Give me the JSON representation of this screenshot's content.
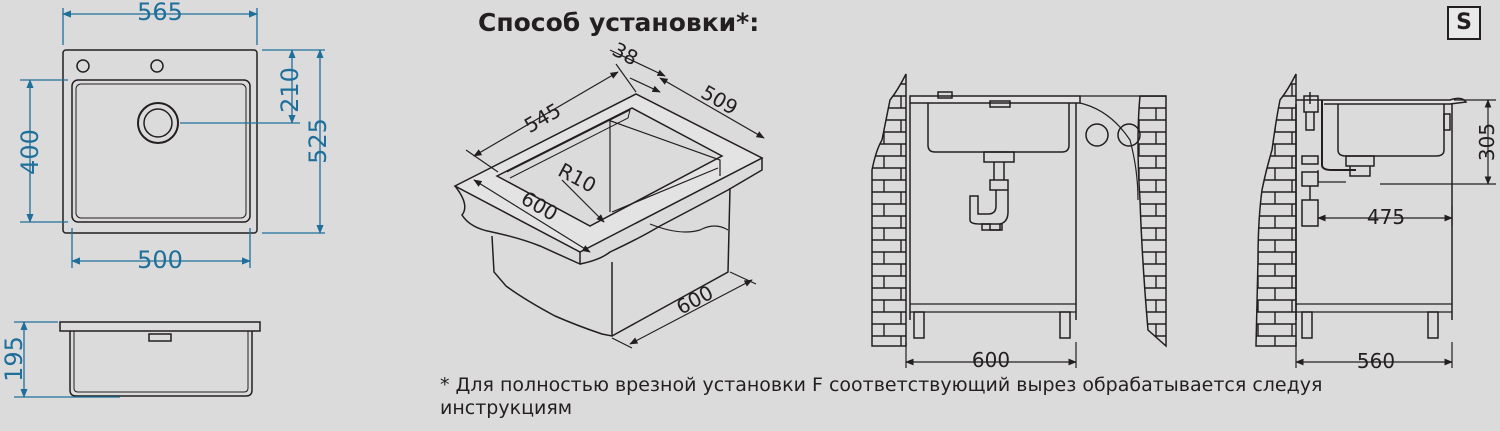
{
  "title": "Способ установки*:",
  "badge": "S",
  "footnote": "* Для полностью врезной установки F соответствующий вырез обрабатывается следуя инструкциям",
  "top_view": {
    "width_outer": "565",
    "width_inner": "500",
    "height_bowl": "400",
    "height_outer": "525",
    "drain_offset": "210"
  },
  "side_view": {
    "depth": "195"
  },
  "iso_view": {
    "length": "545",
    "rim": "38",
    "width": "509",
    "radius": "R10",
    "cabinet_width": "600",
    "cabinet_depth": "600"
  },
  "front_view": {
    "cabinet": "600"
  },
  "profile_view": {
    "depth": "560",
    "offset": "475",
    "height": "305"
  },
  "colors": {
    "dimension_blue": "#1f6f9b",
    "line": "#231f20",
    "background": "#dcdbdc"
  }
}
